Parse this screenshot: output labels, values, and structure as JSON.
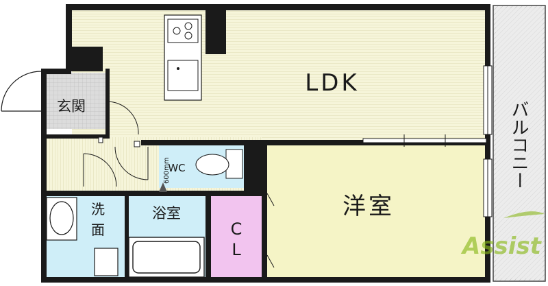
{
  "rooms": {
    "ldk": "LDK",
    "genkan": "玄関",
    "wc": "WC",
    "senmen_1": "洗",
    "senmen_2": "面",
    "yokushitsu": "浴室",
    "yoshitsu": "洋室",
    "closet_1": "C",
    "closet_2": "L",
    "balcony": "バルコニー"
  },
  "annotations": {
    "door_width": "600mm"
  },
  "watermark": {
    "text": "Assist"
  },
  "colors": {
    "ldk_floor": "#f3f2d2",
    "yoshitsu_floor": "#f5f4c6",
    "water_area": "#cfeef8",
    "closet": "#f2c4ef",
    "genkan_tile": "#d9d9d9",
    "balcony": "#e6e6e6",
    "wall": "#1a1a1a",
    "watermark": "#8ab81a"
  }
}
